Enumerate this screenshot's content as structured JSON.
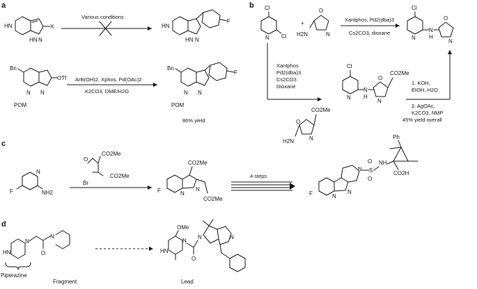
{
  "panels": {
    "a": "a",
    "b": "b",
    "c": "c",
    "d": "d"
  },
  "atoms": {
    "HN": "HN",
    "X": "X",
    "N": "N",
    "NH": "NH",
    "F": "F",
    "Bn": "Bn",
    "OTf": "OTf",
    "POM": "POM",
    "Cl": "Cl",
    "H2N": "H2N",
    "O": "O",
    "H": "H",
    "CO2Me": "CO2Me",
    "Br": "Br",
    "NH2": "NH2",
    "SO2": "S",
    "CO2H": "CO2H",
    "Ph": "Ph",
    "OMe": "OMe"
  },
  "panel_a": {
    "top_condition": "Various conditions",
    "bottom_condition_1": "ArB(OH)2, Xphos, Pd(OAc)2",
    "bottom_condition_2": "K2CO3, DME/H2O",
    "yield": "86% yield"
  },
  "panel_b": {
    "top_condition_1": "Xantphos, Pd2(dba)3",
    "top_condition_2": "Cs2CO3, dioxane",
    "plus": "+",
    "left_conditions": [
      "Xantphos",
      "Pd2(dba)3",
      "Cs2CO3",
      "Dioxane"
    ],
    "right_conditions": [
      "1. KOH,",
      "EtOH, H2O",
      "2. AgOAc,",
      "K2CO3, NMP",
      "45% yield overall"
    ]
  },
  "panel_c": {
    "arrow_label": "4 steps"
  },
  "panel_d": {
    "label_piperazine": "Piperazine",
    "label_fragment": "Fragment",
    "label_lead": "Lead"
  }
}
